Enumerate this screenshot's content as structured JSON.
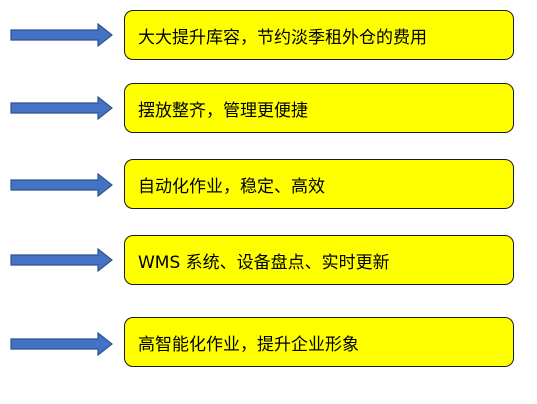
{
  "colors": {
    "box_fill": "#ffff00",
    "box_border": "#1a1a1a",
    "arrow_fill": "#4472c4",
    "arrow_stroke": "#2f528f"
  },
  "items": [
    {
      "label": "大大提升库容，节约淡季租外仓的费用"
    },
    {
      "label": "摆放整齐，管理更便捷"
    },
    {
      "label": "自动化作业，稳定、高效"
    },
    {
      "label": "WMS 系统、设备盘点、实时更新"
    },
    {
      "label": "高智能化作业，提升企业形象"
    }
  ]
}
